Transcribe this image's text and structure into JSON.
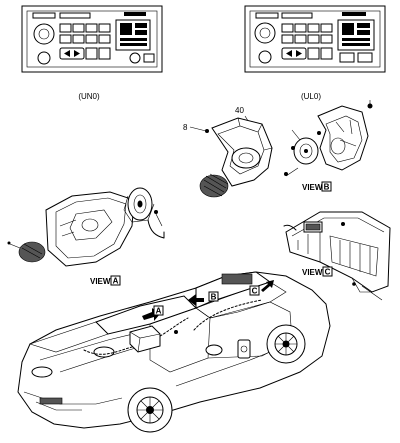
{
  "radio_labels": {
    "left": "(UN0)",
    "right": "(UL0)"
  },
  "callouts": {
    "screw_8": "8",
    "screw_40": "40"
  },
  "views": {
    "a": "VIEW",
    "a_key": "A",
    "b": "VIEW",
    "b_key": "B",
    "c": "VIEW",
    "c_key": "C"
  },
  "car_arrows": {
    "a": "A",
    "b": "B",
    "c": "C"
  }
}
